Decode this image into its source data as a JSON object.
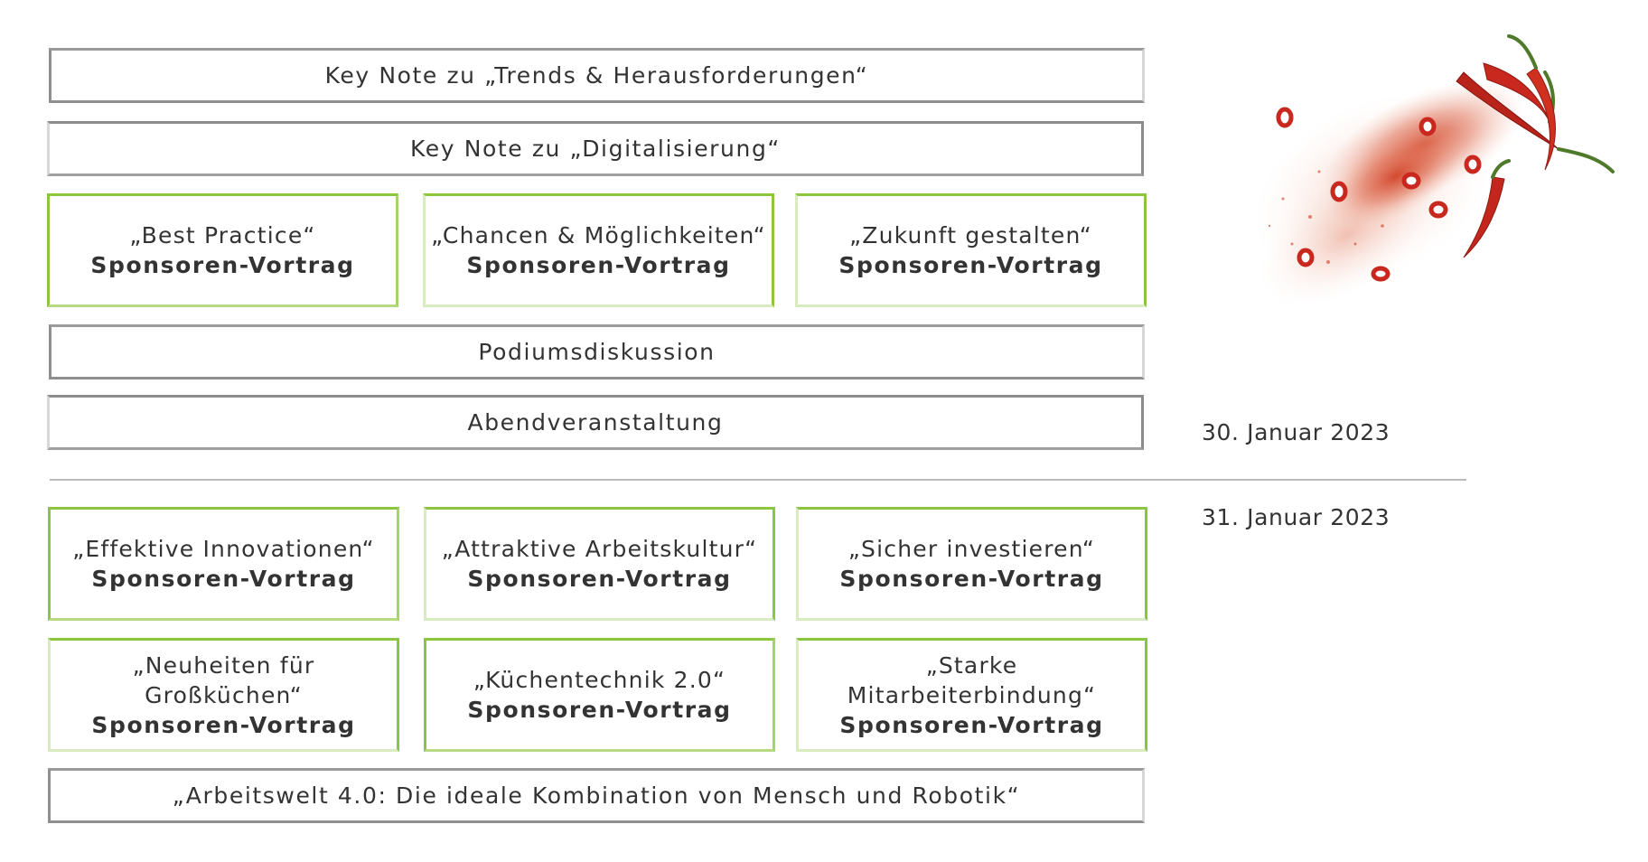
{
  "day1": {
    "keynote1": "Key Note zu „Trends & Herausforderungen“",
    "keynote2": "Key Note zu „Digitalisierung“",
    "sessions": [
      {
        "title": "„Best Practice“",
        "sub": "Sponsoren-Vortrag"
      },
      {
        "title": "„Chancen & Möglichkeiten“",
        "sub": "Sponsoren-Vortrag"
      },
      {
        "title": "„Zukunft gestalten“",
        "sub": "Sponsoren-Vortrag"
      }
    ],
    "panel": "Podiumsdiskussion",
    "evening": "Abendveranstaltung",
    "date": "30. Januar 2023"
  },
  "day2": {
    "date": "31. Januar 2023",
    "sessions_row1": [
      {
        "title": "„Effektive Innovationen“",
        "sub": "Sponsoren-Vortrag"
      },
      {
        "title": "„Attraktive Arbeitskultur“",
        "sub": "Sponsoren-Vortrag"
      },
      {
        "title": "„Sicher investieren“",
        "sub": "Sponsoren-Vortrag"
      }
    ],
    "sessions_row2": [
      {
        "title": "„Neuheiten für Großküchen“",
        "sub": "Sponsoren-Vortrag"
      },
      {
        "title": "„Küchentechnik 2.0“",
        "sub": "Sponsoren-Vortrag"
      },
      {
        "title": "„Starke Mitarbeiterbindung“",
        "sub": "Sponsoren-Vortrag"
      }
    ],
    "closing": "„Arbeitswelt 4.0: Die ideale Kombination von Mensch und Robotik“"
  },
  "colors": {
    "accent_green": "#8cc63f",
    "border_gray": "#8f8f8f",
    "chili_red": "#c8281e"
  },
  "decor": {
    "image_icon": "chili-peppers-image"
  }
}
